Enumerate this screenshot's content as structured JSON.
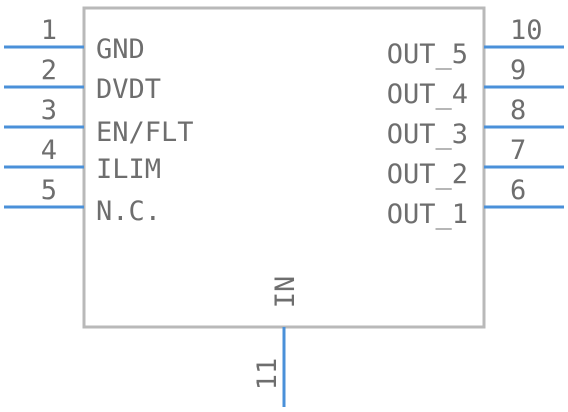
{
  "colors": {
    "pin": "#4a90d9",
    "body_outline": "#b9b9b9",
    "text": "#6e6e6e"
  },
  "left_pins": [
    {
      "number": "1",
      "label": "GND"
    },
    {
      "number": "2",
      "label": "DVDT"
    },
    {
      "number": "3",
      "label": "EN/FLT"
    },
    {
      "number": "4",
      "label": "ILIM"
    },
    {
      "number": "5",
      "label": "N.C."
    }
  ],
  "right_pins": [
    {
      "number": "10",
      "label": "OUT_5"
    },
    {
      "number": "9",
      "label": "OUT_4"
    },
    {
      "number": "8",
      "label": "OUT_3"
    },
    {
      "number": "7",
      "label": "OUT_2"
    },
    {
      "number": "6",
      "label": "OUT_1"
    }
  ],
  "bottom_pins": [
    {
      "number": "11",
      "label": "IN"
    }
  ]
}
